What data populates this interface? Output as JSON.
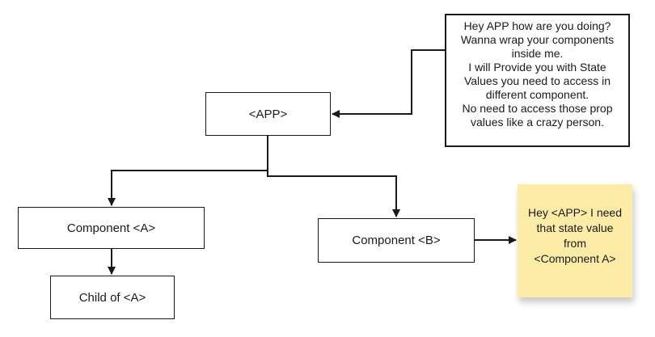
{
  "diagram": {
    "nodes": {
      "app": "<APP>",
      "component_a": "Component <A>",
      "component_b": "Component <B>",
      "child_a": "Child of <A>"
    },
    "callout": {
      "lines": [
        "Hey APP how are you doing?",
        "Wanna wrap your components",
        "inside me.",
        "I will Provide you with State",
        "Values you need to access in",
        "different component.",
        "No need to access those prop",
        "values like a crazy person."
      ]
    },
    "sticky_note": {
      "lines": [
        "Hey <APP> I need",
        "that state value",
        "from",
        "<Component A>"
      ],
      "color": "#fdeca6"
    },
    "edges": [
      {
        "from": "app",
        "to": "component_a"
      },
      {
        "from": "app",
        "to": "component_b"
      },
      {
        "from": "component_a",
        "to": "child_a"
      },
      {
        "from": "callout",
        "to": "app"
      },
      {
        "from": "component_b",
        "to": "sticky_note"
      }
    ],
    "colors": {
      "stroke": "#1a1a1a",
      "background": "#ffffff"
    }
  }
}
